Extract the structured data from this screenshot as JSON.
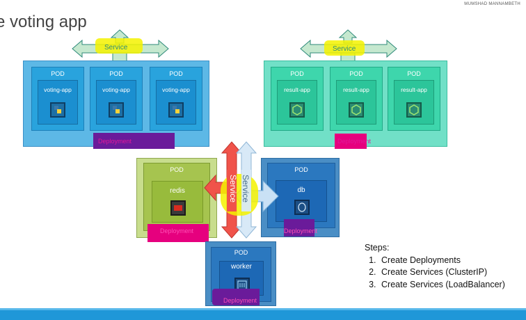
{
  "author": "MUMSHAD MANNAMBETH",
  "title": "e voting app",
  "services": {
    "vote": "Service",
    "result": "Service",
    "redis": "Service",
    "db": "Service"
  },
  "voting": {
    "pods": [
      {
        "pod": "POD",
        "container": "voting-app"
      },
      {
        "pod": "POD",
        "container": "voting-app"
      },
      {
        "pod": "POD",
        "container": "voting-app"
      }
    ],
    "deployment": "Deployment"
  },
  "result": {
    "pods": [
      {
        "pod": "POD",
        "container": "result-app"
      },
      {
        "pod": "POD",
        "container": "result-app"
      },
      {
        "pod": "POD",
        "container": "result-app"
      }
    ],
    "deployment": "Deployment"
  },
  "redis": {
    "pod": "POD",
    "container": "redis",
    "deployment": "Deployment"
  },
  "db": {
    "pod": "POD",
    "container": "db",
    "deployment": "Deployment"
  },
  "worker": {
    "pod": "POD",
    "container": "worker",
    "deployment": "Deployment"
  },
  "steps": {
    "heading": "Steps:",
    "items": [
      "Create Deployments",
      "Create Services (ClusterIP)",
      "Create Services (LoadBalancer)"
    ]
  },
  "colors": {
    "highlight_yellow": "#f4f200",
    "highlight_magenta": "#e6007e",
    "highlight_purple": "#6a1b9a",
    "service_arrow_green": "#c5e8cf",
    "service_arrow_red": "#f0534a",
    "service_arrow_blue": "#d8e9f7"
  }
}
